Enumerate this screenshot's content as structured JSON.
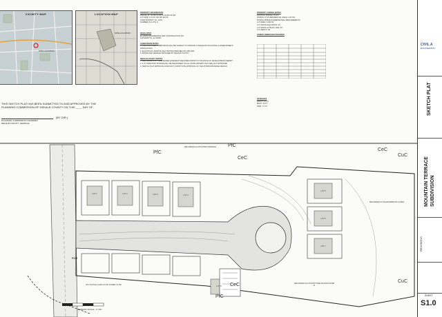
{
  "vicinity_map": {
    "title": "VICINITY MAP",
    "label": "SITE LOCATION"
  },
  "location_map": {
    "title": "LOCATION MAP",
    "label": "SITE LOCATION"
  },
  "property_info": {
    "title": "PROPERTY INFORMATION",
    "lines": [
      "PARCEL ID: 18 050 03 005 & 18 050 03 006",
      "LOT SIZE: 2.71 AC OR 118,132 SF",
      "LAND DISTRICT: 18 - 10TH",
      "NUMBER OF LOTS: 8"
    ]
  },
  "developer": {
    "title": "DEVELOPER",
    "lines": [
      "EL HAWK ENGINEERING AND CONSTRUCTION INC.",
      "ALPHARETTA, GA 30005"
    ]
  },
  "subdivision_notes": {
    "title": "SUBDIVISION NOTES",
    "lines": [
      "1. THE PROPOSED SUBDIVISION WILL BE SUBJECT TO PRIVATE COVENANTS INCLUDING A HOMEOWNER'S ASSOCIATION",
      "2. ELECTRICAL SERVICE WILL BE PROVIDED BELOW GROUND",
      "3. WATER AND SEWAGE PROVIDED BY DEKALB COUNTY"
    ]
  },
  "dekalb_notes": {
    "title": "DEKALB COUNTY NOTES",
    "lines": [
      "1. RECORDED 25 FT SIDE SEWER EASEMENT REQUIRED PRIOR TO ISSUANCE OF DEVELOPMENT PERMIT",
      "2. A 75' TRIBUTARY BUFFER WILL BE MAINTAINED ON ALL STATE WATERS THAT ARE NOT APPROVED",
      "3. SKETCH PLAT APPROVAL DOES NOT CONSTITUTE APPROVAL OF THE STORM DRAINAGE DESIGN"
    ]
  },
  "zoning_notes": {
    "title": "PROPERTY ZONING NOTES",
    "lines": [
      "EXISTING ZONING: R-100",
      "ZONING: R-60 (RESIDENTIAL SMALL LOT-60)",
      "ZONING MINIMUM DIMENSIONAL REQUIREMENTS",
      "LOT AREA: 6,000 SF",
      "LOT FRONTAGE WIDTH: 60'",
      "LOT WIDTH AT BLDG LINE: 60'",
      "LOT DEPTH: 80'"
    ],
    "table_title": "ZONING DIMENSION PROVIDED"
  },
  "setbacks": {
    "title": "SETBACKS",
    "lines": [
      "FRONT: 20 FT",
      "BACK: 30 FT",
      "SIDE: 7.5 FT"
    ]
  },
  "certification": {
    "line1": "THIS SKETCH PLAT HAS BEEN SUBMITTED TO AND APPROVED BY THE",
    "line2": "PLANNING COMMISSION OF DEKALB COUNTY ON THIS ____ DAY OF",
    "sign": "(BY DIR.)",
    "role1": "PLANNING COMMISSION CHAIRMAN",
    "role2": "DEKALB COUNTY, GEORGIA"
  },
  "plan": {
    "soils": [
      "PfC",
      "PfC",
      "CeC",
      "CeC",
      "CuC",
      "PfC",
      "CeC",
      "CuC"
    ],
    "labels": [
      "RECORDED AS MOUNTAIN TERRACE",
      "RECORDED AS SHADOWBROOK ACRES",
      "N/F CASTILE LAND CO INC ZONED: R-100",
      "RECORDED AS COUNTRYSIDE MANOR PHASE III"
    ],
    "scale": "GRAPHIC SCALE - 1\"=30'",
    "lot_numbers": [
      "LOT 1",
      "LOT 2",
      "LOT 3",
      "LOT 4",
      "LOT 5",
      "LOT 6",
      "LOT 7",
      "LOT 8"
    ],
    "pcm": "PCM"
  },
  "title_block": {
    "company": "CIVIL A",
    "company_sub": "ENGINEERING",
    "sheet_title": "SKETCH PLAT",
    "project": "MOUNTAIN TERRACE SUBDIVISION",
    "revisions": "REVISIONS",
    "sheet_label": "SHEET",
    "sheet_no": "S1.0"
  },
  "colors": {
    "line": "#333333",
    "map_bg": "#cfd8d2",
    "accent": "#1e5aa8"
  }
}
